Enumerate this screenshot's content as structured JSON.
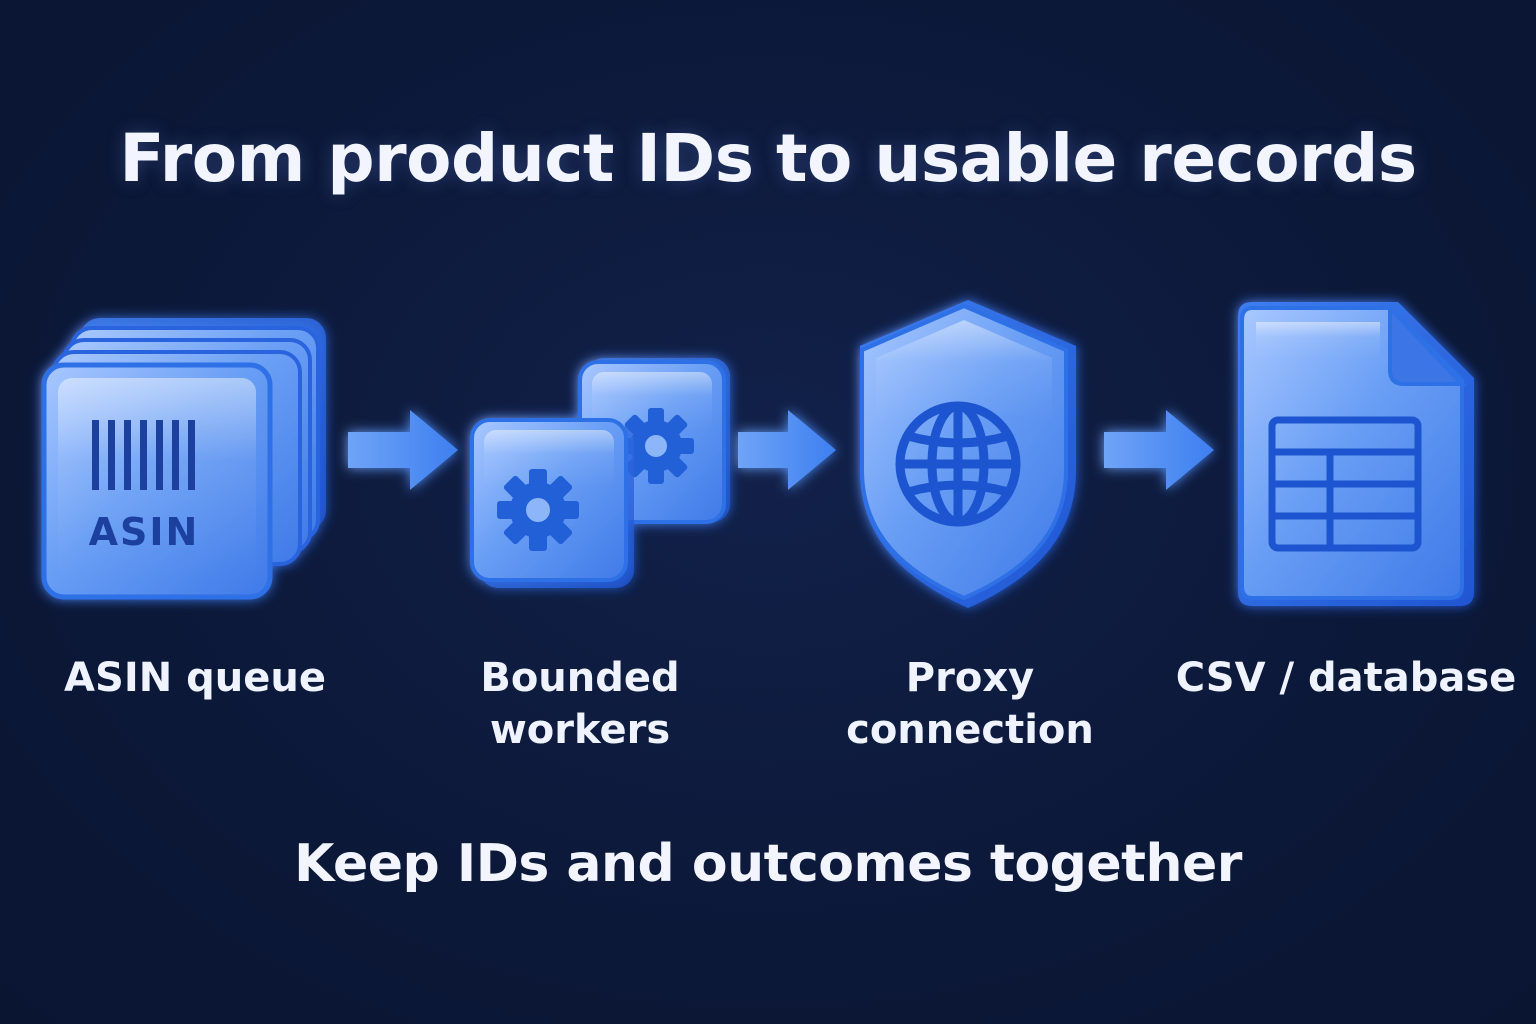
{
  "title": "From product IDs to usable records",
  "footer": "Keep IDs and outcomes together",
  "steps": [
    {
      "label": "ASIN queue",
      "icon": "asin-barcode-stack-icon",
      "badge": "ASIN"
    },
    {
      "label": "Bounded\nworkers",
      "icon": "gear-cubes-icon"
    },
    {
      "label": "Proxy\nconnection",
      "icon": "globe-shield-icon"
    },
    {
      "label": "CSV / database",
      "icon": "spreadsheet-document-icon"
    }
  ],
  "colors": {
    "background": "#0c1838",
    "glass": "#5c95f2",
    "glass_edge": "#2f6fe6",
    "icon_dark": "#1c3f9e",
    "text": "#eef3ff"
  }
}
